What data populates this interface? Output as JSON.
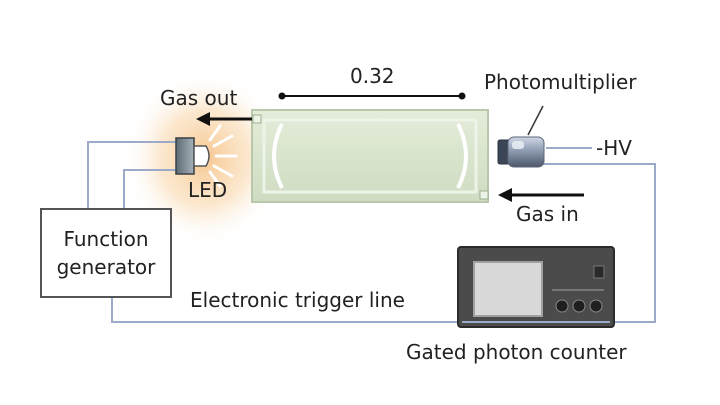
{
  "labels": {
    "gas_out": "Gas out",
    "cell_length": "0.32",
    "photomultiplier": "Photomultiplier",
    "hv": "-HV",
    "led": "LED",
    "gas_in": "Gas in",
    "function_generator_line1": "Function",
    "function_generator_line2": "generator",
    "trigger_line": "Electronic trigger line",
    "photon_counter": "Gated photon counter"
  },
  "colors": {
    "wire": "#9aaac8",
    "cell_fill": "#d9e5cf",
    "cell_stroke": "#b9c8ab",
    "glow": "#f6c48a",
    "arrow": "#111111",
    "counter_body": "#4b4b4b",
    "screen": "#d8d8d8"
  }
}
